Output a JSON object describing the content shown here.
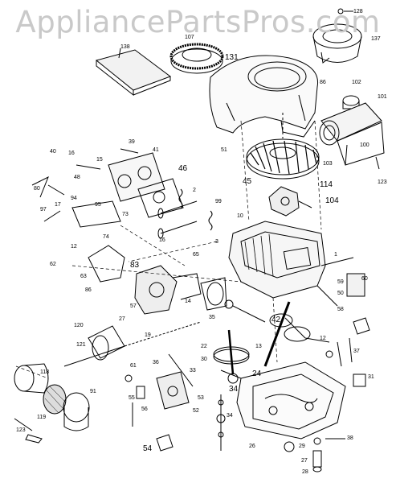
{
  "watermark": "AppliancePartsPros.com",
  "callouts_large": [
    "131",
    "46",
    "45",
    "114",
    "104",
    "83",
    "42",
    "24",
    "54",
    "34"
  ],
  "callouts_small": [
    "128",
    "107",
    "137",
    "138",
    "86",
    "102",
    "101",
    "51",
    "39",
    "100",
    "103",
    "123",
    "16",
    "15",
    "40",
    "41",
    "48",
    "94",
    "95",
    "17",
    "73",
    "97",
    "80",
    "74",
    "12",
    "16",
    "2",
    "10",
    "99",
    "3",
    "65",
    "1",
    "62",
    "63",
    "86",
    "57",
    "14",
    "58",
    "27",
    "120",
    "121",
    "19",
    "35",
    "22",
    "30",
    "36",
    "33",
    "61",
    "56",
    "13",
    "12",
    "31",
    "37",
    "38",
    "29",
    "27",
    "28",
    "26",
    "34",
    "118",
    "119",
    "123",
    "91",
    "53",
    "52",
    "50",
    "55",
    "59",
    "60"
  ]
}
